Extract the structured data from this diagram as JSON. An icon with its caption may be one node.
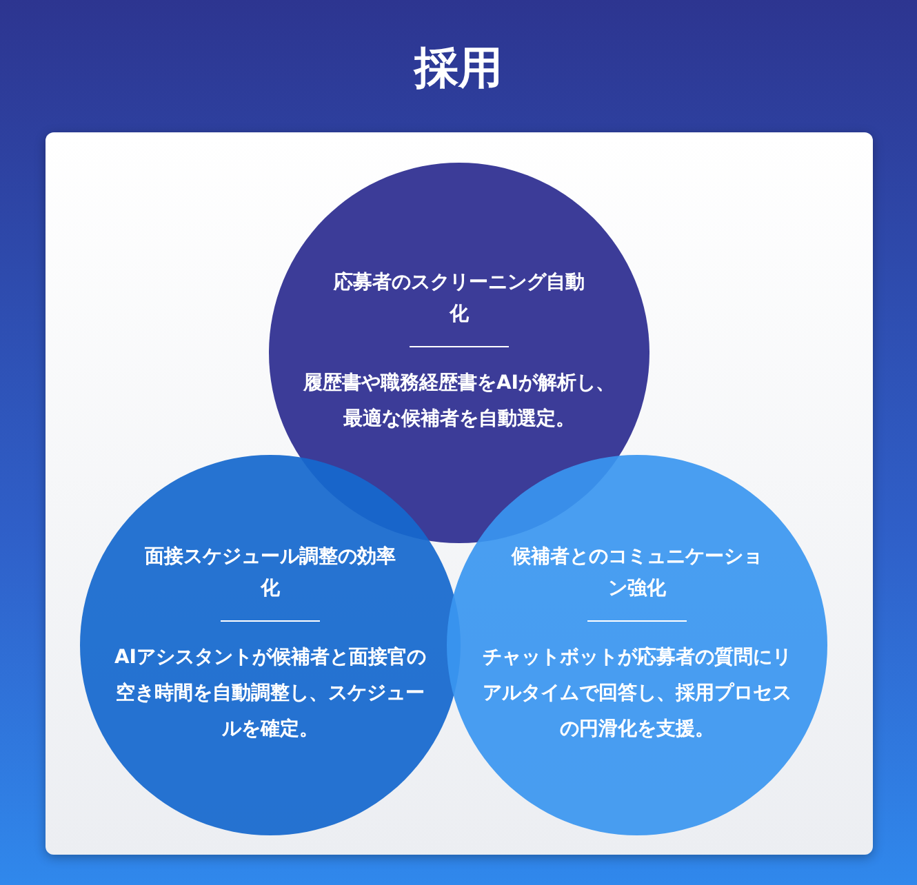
{
  "diagram": {
    "title": "採用",
    "nodes": [
      {
        "text": [
          "応募者のスクリーニング自動化",
          "履歴書や職務経歴書をAIが解析し、最適な候補者を自動選定。"
        ]
      },
      {
        "text": [
          "面接スケジュール調整の効率化",
          "AIアシスタントが候補者と面接官の空き時間を自動調整し、スケジュールを確定。"
        ]
      },
      {
        "text": [
          "候補者とのコミュニケーション強化",
          "チャットボットが応募者の質問にリアルタイムで回答し、採用プロセスの円滑化を支援。"
        ]
      }
    ],
    "edges": []
  }
}
